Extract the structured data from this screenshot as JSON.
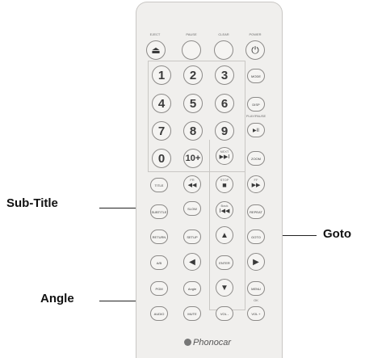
{
  "callouts": {
    "subtitle": "Sub-Title",
    "goto": "Goto",
    "angle": "Angle"
  },
  "top_labels": {
    "eject": "EJECT",
    "pause": "PAUSE",
    "clear": "CLEAR",
    "power": "POWER"
  },
  "top_buttons": {
    "eject": "⏏",
    "power": "⏻"
  },
  "numbers": [
    "1",
    "2",
    "3",
    "4",
    "5",
    "6",
    "7",
    "8",
    "9",
    "0",
    "10+"
  ],
  "side": {
    "mode": "MODE",
    "disp": "DISP",
    "play_pause_label": "PLAY/PAUSE",
    "play_pause": "▶II",
    "zoom": "ZOOM"
  },
  "labels": {
    "title": "TITLE",
    "subtitle": "SUBTITLE",
    "return": "RETURN",
    "ab": "A/B",
    "pgm": "PGM",
    "angle": "Angle",
    "audio": "AUDIO",
    "mute": "MUTE",
    "slow": "SLOW",
    "setup": "SETUP",
    "repeat": "REPEAT",
    "goto": "GOTO",
    "enter": "ENTER",
    "menu": "MENU",
    "vol_down": "VOL -",
    "vol_up": "VOL +",
    "ok": "OK"
  },
  "nav": {
    "next_label": "NEXT",
    "next": "▶▶I",
    "fr_label": "FR",
    "fr": "◀◀",
    "stop_label": "STOP",
    "stop": "■",
    "ff_label": "FF",
    "ff": "▶▶",
    "back_label": "Back",
    "back": "I◀◀",
    "up": "▲",
    "down": "▼",
    "left": "◀",
    "right": "▶"
  },
  "brand": "Phonocar",
  "brand_icon": "globe-icon"
}
